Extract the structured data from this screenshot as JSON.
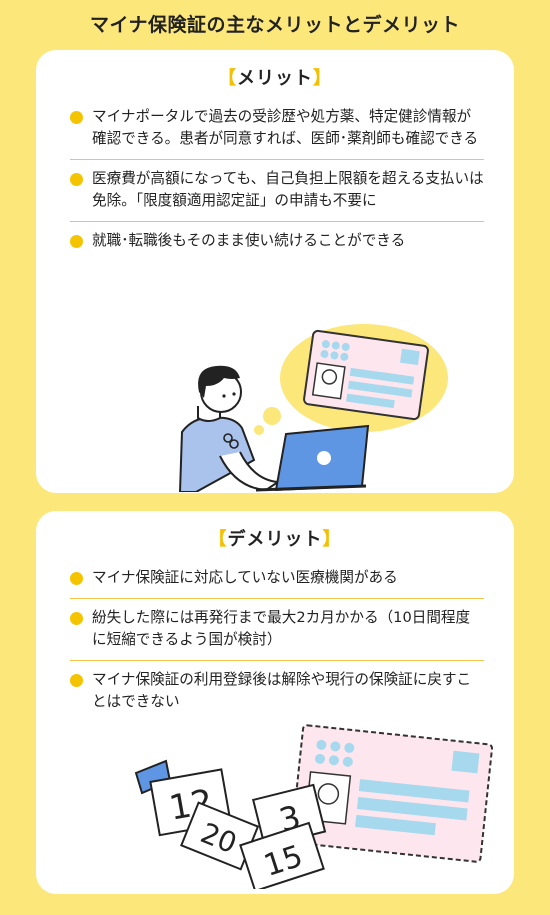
{
  "title": "マイナ保険証の主なメリットとデメリット",
  "merit": {
    "bracket_open": "【",
    "heading": "メリット",
    "bracket_close": "】",
    "items": [
      "マイナポータルで過去の受診歴や処方薬、特定健診情報が確認できる。患者が同意すれば、医師･薬剤師も確認できる",
      "医療費が高額になっても、自己負担上限額を超える支払いは免除。「限度額適用認定証」の申請も不要に",
      "就職･転職後もそのまま使い続けることができる"
    ]
  },
  "demerit": {
    "bracket_open": "【",
    "heading": "デメリット",
    "bracket_close": "】",
    "items": [
      "マイナ保険証に対応していない医療機関がある",
      "紛失した際には再発行まで最大2カ月かかる（10日間程度に短縮できるよう国が検討）",
      "マイナ保険証の利用登録後は解除や現行の保険証に戻すことはできない"
    ]
  },
  "calendar": {
    "pages": [
      "12",
      "20",
      "3",
      "15"
    ]
  },
  "colors": {
    "background": "#fce77a",
    "bullet": "#f5c400",
    "divider": "#f1c64a",
    "card_blue": "#a6d8ee",
    "person_shirt": "#a9c3ec"
  }
}
